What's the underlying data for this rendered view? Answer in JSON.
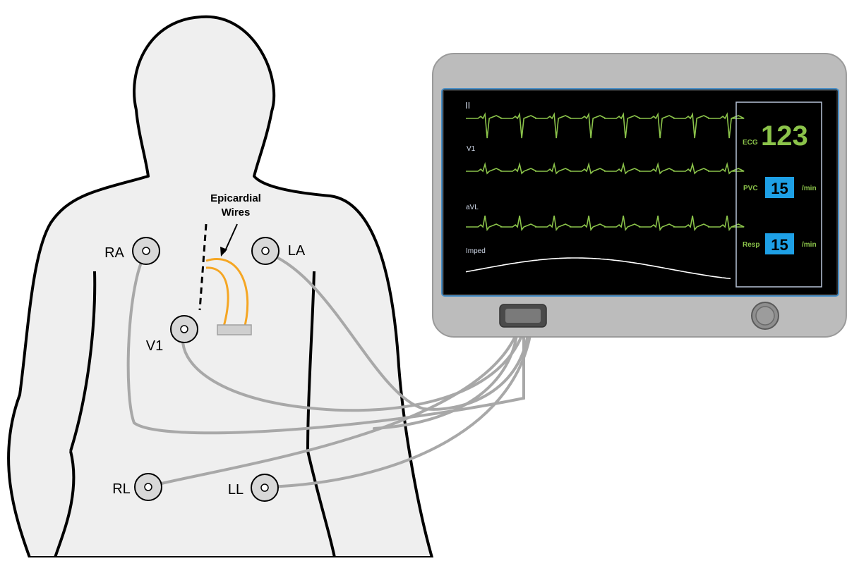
{
  "electrodes": {
    "RA": "RA",
    "LA": "LA",
    "V1": "V1",
    "RL": "RL",
    "LL": "LL"
  },
  "epicardial_label": {
    "line1": "Epicardial",
    "line2": "Wires"
  },
  "monitor": {
    "traces": {
      "lead_ii": "II",
      "lead_v1": "V1",
      "lead_avl": "aVL",
      "imped": "Imped"
    },
    "readouts": {
      "ecg_label": "ECG",
      "ecg_value": "123",
      "pvc_label": "PVC",
      "pvc_value": "15",
      "pvc_unit": "/min",
      "resp_label": "Resp",
      "resp_value": "15",
      "resp_unit": "/min"
    }
  },
  "colors": {
    "ecg_trace": "#8bc34a",
    "value_box": "#1ea0e6",
    "epicardial_wire": "#f5a623",
    "cable": "#a8a8a8",
    "skin": "#efefef"
  }
}
